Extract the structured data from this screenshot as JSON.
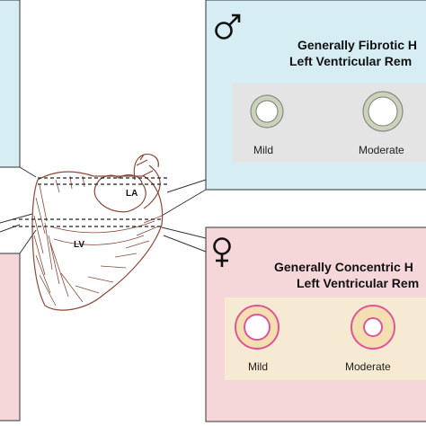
{
  "colors": {
    "male_panel_bg": "#d6eef3",
    "female_panel_bg": "#f6d7d9",
    "heart_stroke": "#8a4a3a",
    "female_ring": "#e0559a",
    "female_ring_fill": "#f3dfb0"
  },
  "male_panel": {
    "symbol_icon": "male-symbol-icon",
    "title_line1": "Generally Fibrotic H",
    "title_line2": "Left Ventricular Rem",
    "rings": [
      {
        "label": "Mild"
      },
      {
        "label": "Moderate"
      }
    ]
  },
  "female_panel": {
    "symbol_icon": "female-symbol-icon",
    "title_line1": "Generally Concentric H",
    "title_line2": "Left Ventricular Rem",
    "rings": [
      {
        "label": "Mild"
      },
      {
        "label": "Moderate"
      }
    ]
  },
  "heart": {
    "label_la": "LA",
    "label_lv": "LV"
  }
}
